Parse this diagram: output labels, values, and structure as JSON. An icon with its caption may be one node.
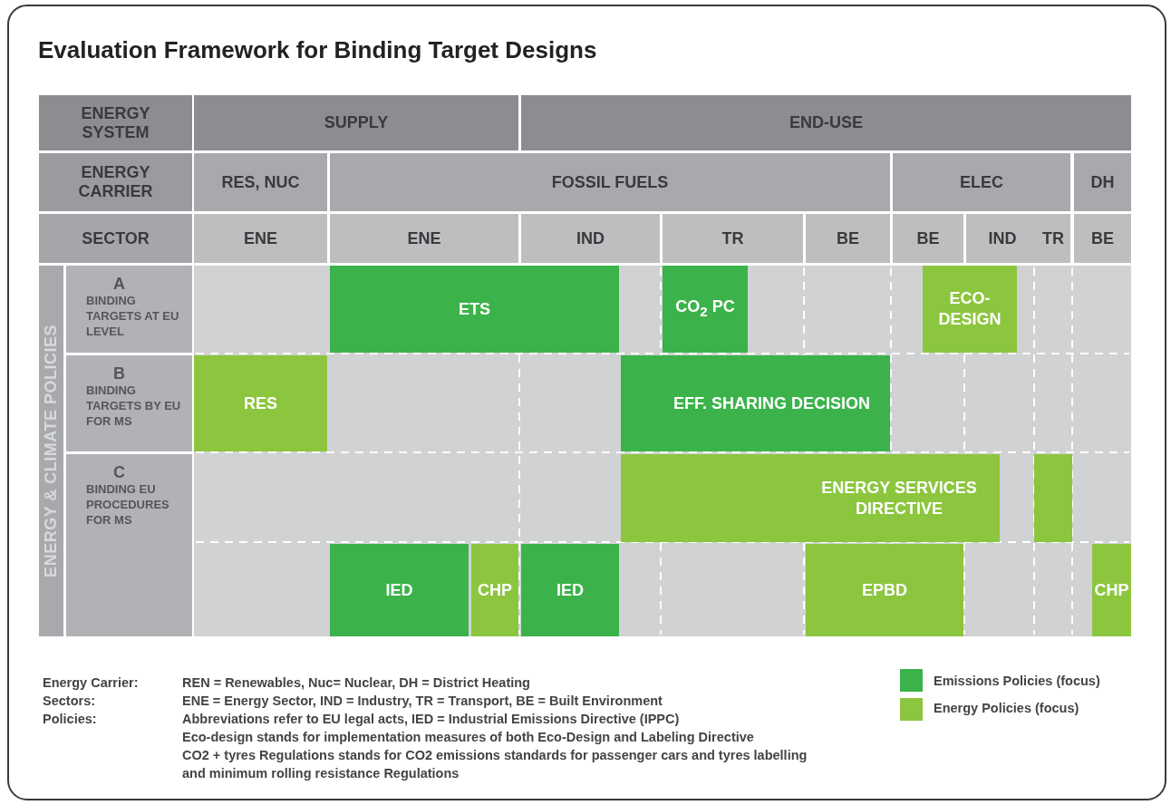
{
  "diagram": {
    "title": "Evaluation Framework for Binding Target Designs",
    "nodes": [
      {
        "text": [
          "ENERGY SYSTEM"
        ]
      },
      {
        "text": [
          "SUPPLY"
        ]
      },
      {
        "text": [
          "END-USE"
        ]
      },
      {
        "text": [
          "ENERGY CARRIER"
        ]
      },
      {
        "text": [
          "RES, NUC"
        ]
      },
      {
        "text": [
          "FOSSIL FUELS"
        ]
      },
      {
        "text": [
          "ELEC"
        ]
      },
      {
        "text": [
          "DH"
        ]
      },
      {
        "text": [
          "SECTOR"
        ]
      },
      {
        "text": [
          "ENE"
        ]
      },
      {
        "text": [
          "ENE"
        ]
      },
      {
        "text": [
          "IND"
        ]
      },
      {
        "text": [
          "TR"
        ]
      },
      {
        "text": [
          "BE"
        ]
      },
      {
        "text": [
          "BE"
        ]
      },
      {
        "text": [
          "IND"
        ]
      },
      {
        "text": [
          "TR"
        ]
      },
      {
        "text": [
          "BE"
        ]
      },
      {
        "text": [
          "ENERGY & CLIMATE POLICIES"
        ]
      },
      {
        "text": [
          "A",
          "BINDING TARGETS AT EU LEVEL"
        ]
      },
      {
        "text": [
          "B",
          "BINDING TARGETS BY EU FOR MS"
        ]
      },
      {
        "text": [
          "C",
          "BINDING EU PROCEDURES FOR MS"
        ]
      },
      {
        "text": [
          "ETS"
        ]
      },
      {
        "text": [
          "CO$_{2}$ PC"
        ]
      },
      {
        "text": [
          "ECO-DESIGN"
        ]
      },
      {
        "text": [
          "RES"
        ]
      },
      {
        "text": [
          "EFF. SHARING DECISION"
        ]
      },
      {
        "text": [
          "ENERGY SERVICES DIRECTIVE"
        ]
      },
      {
        "text": [],
        "shape": "box"
      },
      {
        "text": [
          "IED"
        ]
      },
      {
        "text": [
          "CHP"
        ]
      },
      {
        "text": [
          "IED"
        ]
      },
      {
        "text": [
          "EPBD"
        ]
      },
      {
        "text": [
          "CHP"
        ]
      }
    ],
    "labels": [
      "Energy Carrier:",
      "REN = Renewables,  Nuc= Nuclear,  DH = District Heating",
      "Sectors:",
      "ENE = Energy Sector,  IND = Industry,  TR = Transport, BE = Built Environment",
      "Policies:",
      "Abbreviations refer to EU legal acts, IED = Industrial Emissions Directive (IPPC)",
      "Eco-design stands for implementation measures of both Eco-Design and Labeling Directive",
      "CO2 + tyres Regulations stands for CO2 emissions standards for passenger cars and tyres labelling and minimum rolling resistance Regulations"
    ],
    "legend": [
      {
        "text": "Emissions Policies  (focus)",
        "color": "#3bb34a"
      },
      {
        "text": "Energy Policies (focus)",
        "color": "#8cc63f"
      }
    ]
  }
}
